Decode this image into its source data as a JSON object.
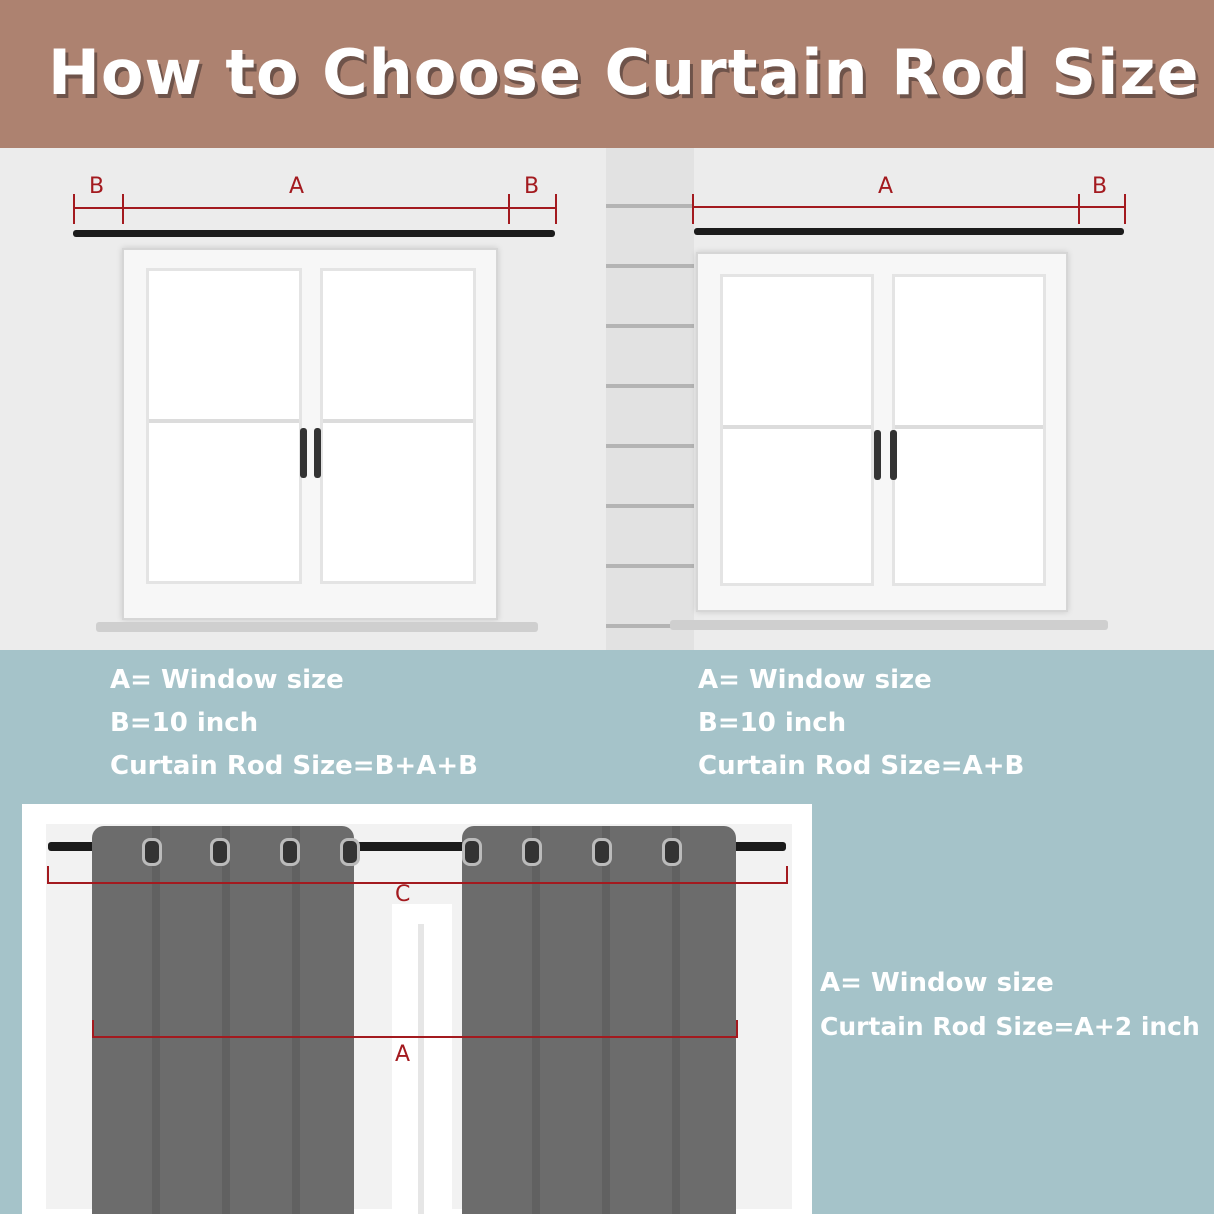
{
  "header": {
    "title": "How to Choose Curtain Rod Size"
  },
  "colors": {
    "header_bg": "#ad8270",
    "body_bg": "#a5c3c9",
    "dimension_red": "#a31a1f",
    "curtain_gray": "#6c6c6c"
  },
  "panel_left": {
    "labels": {
      "b_left": "B",
      "a": "A",
      "b_right": "B"
    },
    "text": {
      "line1": "A= Window size",
      "line2": "B=10 inch",
      "line3": "Curtain Rod Size=B+A+B"
    }
  },
  "panel_right": {
    "labels": {
      "a": "A",
      "b": "B"
    },
    "text": {
      "line1": "A= Window size",
      "line2": "B=10 inch",
      "line3": "Curtain Rod Size=A+B"
    }
  },
  "panel_bottom": {
    "labels": {
      "c": "C",
      "a": "A"
    },
    "text": {
      "line1": "A= Window size",
      "line2": "Curtain Rod Size=A+2 inch"
    }
  }
}
